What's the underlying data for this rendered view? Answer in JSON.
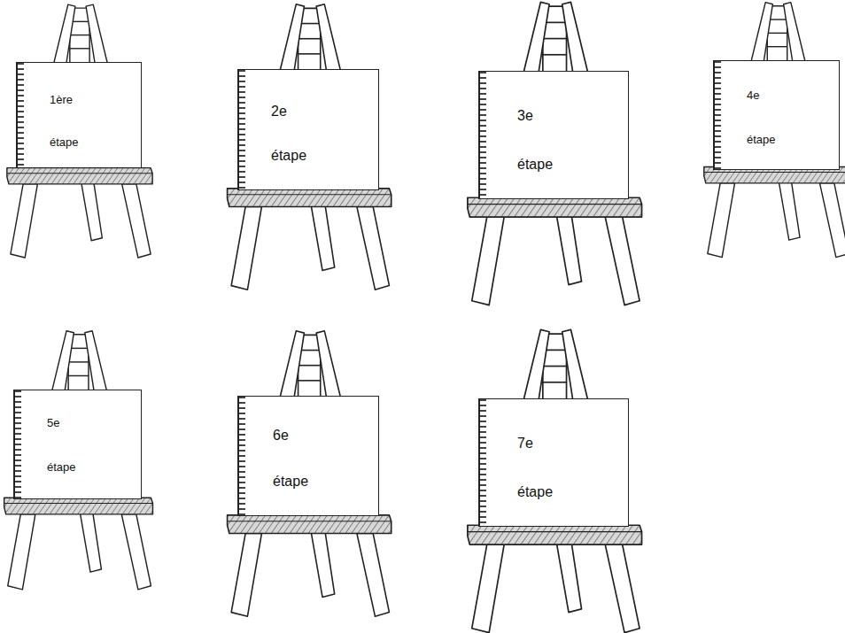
{
  "diagram": {
    "nodes": [
      {
        "text": [
          "1ère étape"
        ]
      },
      {
        "text": [
          "2e étape"
        ]
      },
      {
        "text": [
          "3e étape"
        ]
      },
      {
        "text": [
          "4e étape"
        ]
      },
      {
        "text": [
          "5e étape"
        ]
      },
      {
        "text": [
          "6e étape"
        ]
      },
      {
        "text": [
          "7e étape"
        ]
      }
    ]
  }
}
